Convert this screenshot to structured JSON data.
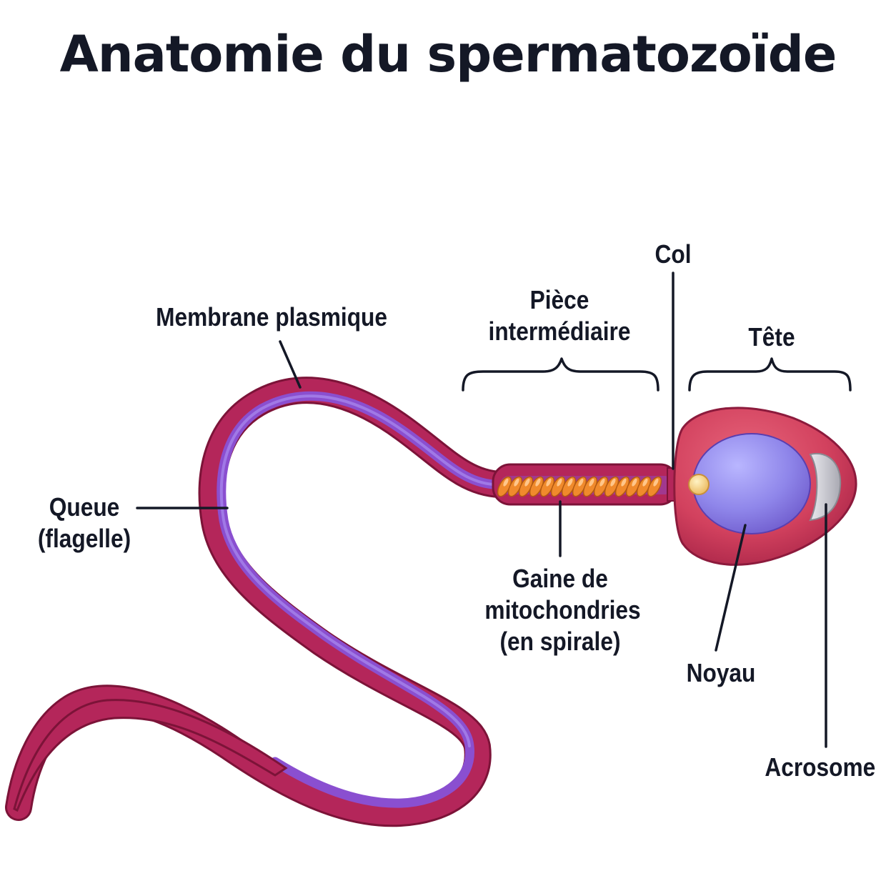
{
  "title": "Anatomie du spermatozoïde",
  "labels": {
    "membrane": "Membrane plasmique",
    "piece_line1": "Pièce",
    "piece_line2": "intermédiaire",
    "col": "Col",
    "tete": "Tête",
    "queue_line1": "Queue",
    "queue_line2": "(flagelle)",
    "gaine_line1": "Gaine de",
    "gaine_line2": "mitochondries",
    "gaine_line3": "(en spirale)",
    "noyau": "Noyau",
    "acrosome": "Acrosome"
  },
  "colors": {
    "membrane": "#b4265a",
    "flagellum_core": "#8a4fd0",
    "mitochondria": "#f08a2c",
    "head": "#d2415e",
    "nucleus": "#8f86ea",
    "acrosome": "#c8c8cc",
    "centriole": "#f6cf7a",
    "text": "#141826"
  }
}
